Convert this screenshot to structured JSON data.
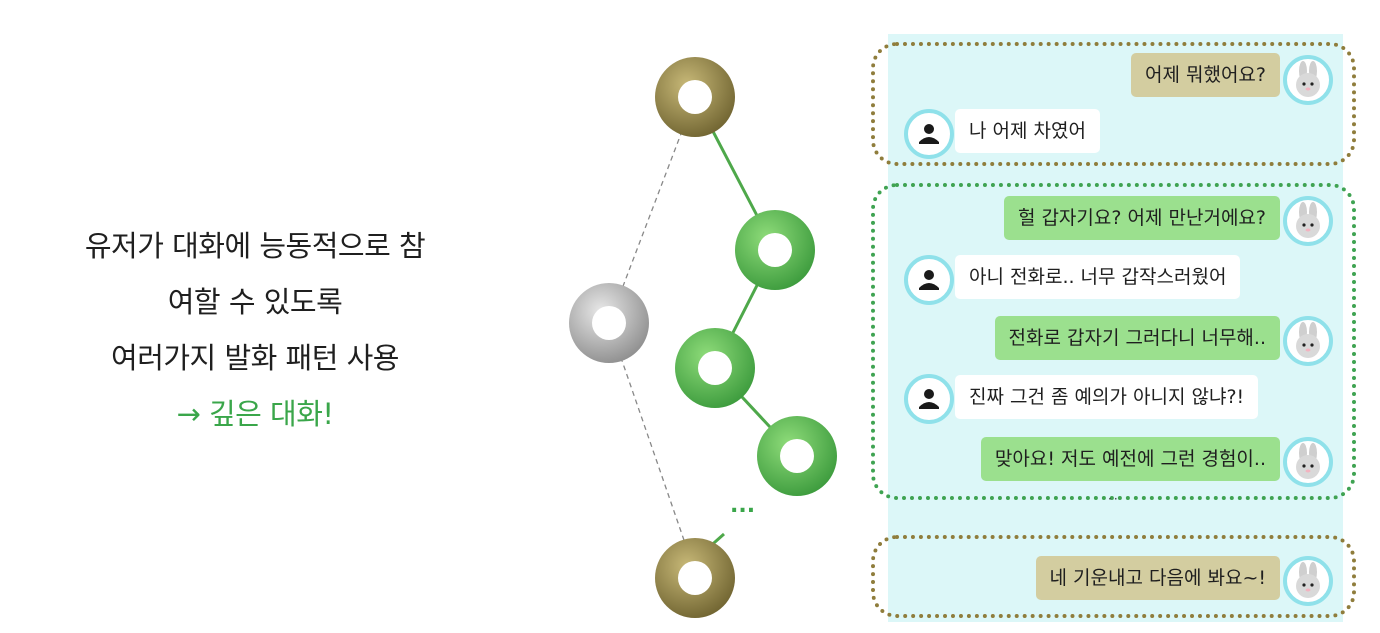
{
  "caption": {
    "lines": [
      "유저가 대화에 능동적으로 참",
      "여할 수 있도록",
      "여러가지 발화 패턴 사용"
    ],
    "accent": "→ 깊은 대화!"
  },
  "graph": {
    "ellipsis": "..."
  },
  "chat": {
    "messages": [
      {
        "speaker": "bot",
        "text": "어제 뭐했어요?"
      },
      {
        "speaker": "user",
        "text": "나 어제 차였어"
      },
      {
        "speaker": "bot",
        "text": "헐 갑자기요? 어제 만난거에요?"
      },
      {
        "speaker": "user",
        "text": "아니 전화로.. 너무 갑작스러웠어"
      },
      {
        "speaker": "bot",
        "text": "전화로 갑자기 그러다니 너무해.."
      },
      {
        "speaker": "user",
        "text": "진짜 그건 좀 예의가 아니지 않냐?!"
      },
      {
        "speaker": "bot",
        "text": "맞아요! 저도 예전에 그런 경험이.."
      },
      {
        "speaker": "bot",
        "text": "네 기운내고 다음에 봐요~!"
      }
    ],
    "more": "··"
  },
  "colors": {
    "accent_green": "#3aa64a",
    "gold": "#8f7d3c",
    "panel": "#dcf7f8",
    "bot_gold_bubble": "#d3cda0",
    "bot_green_bubble": "#9be08e"
  },
  "icons": {
    "user": "person-icon",
    "bot": "rabbit-icon"
  }
}
